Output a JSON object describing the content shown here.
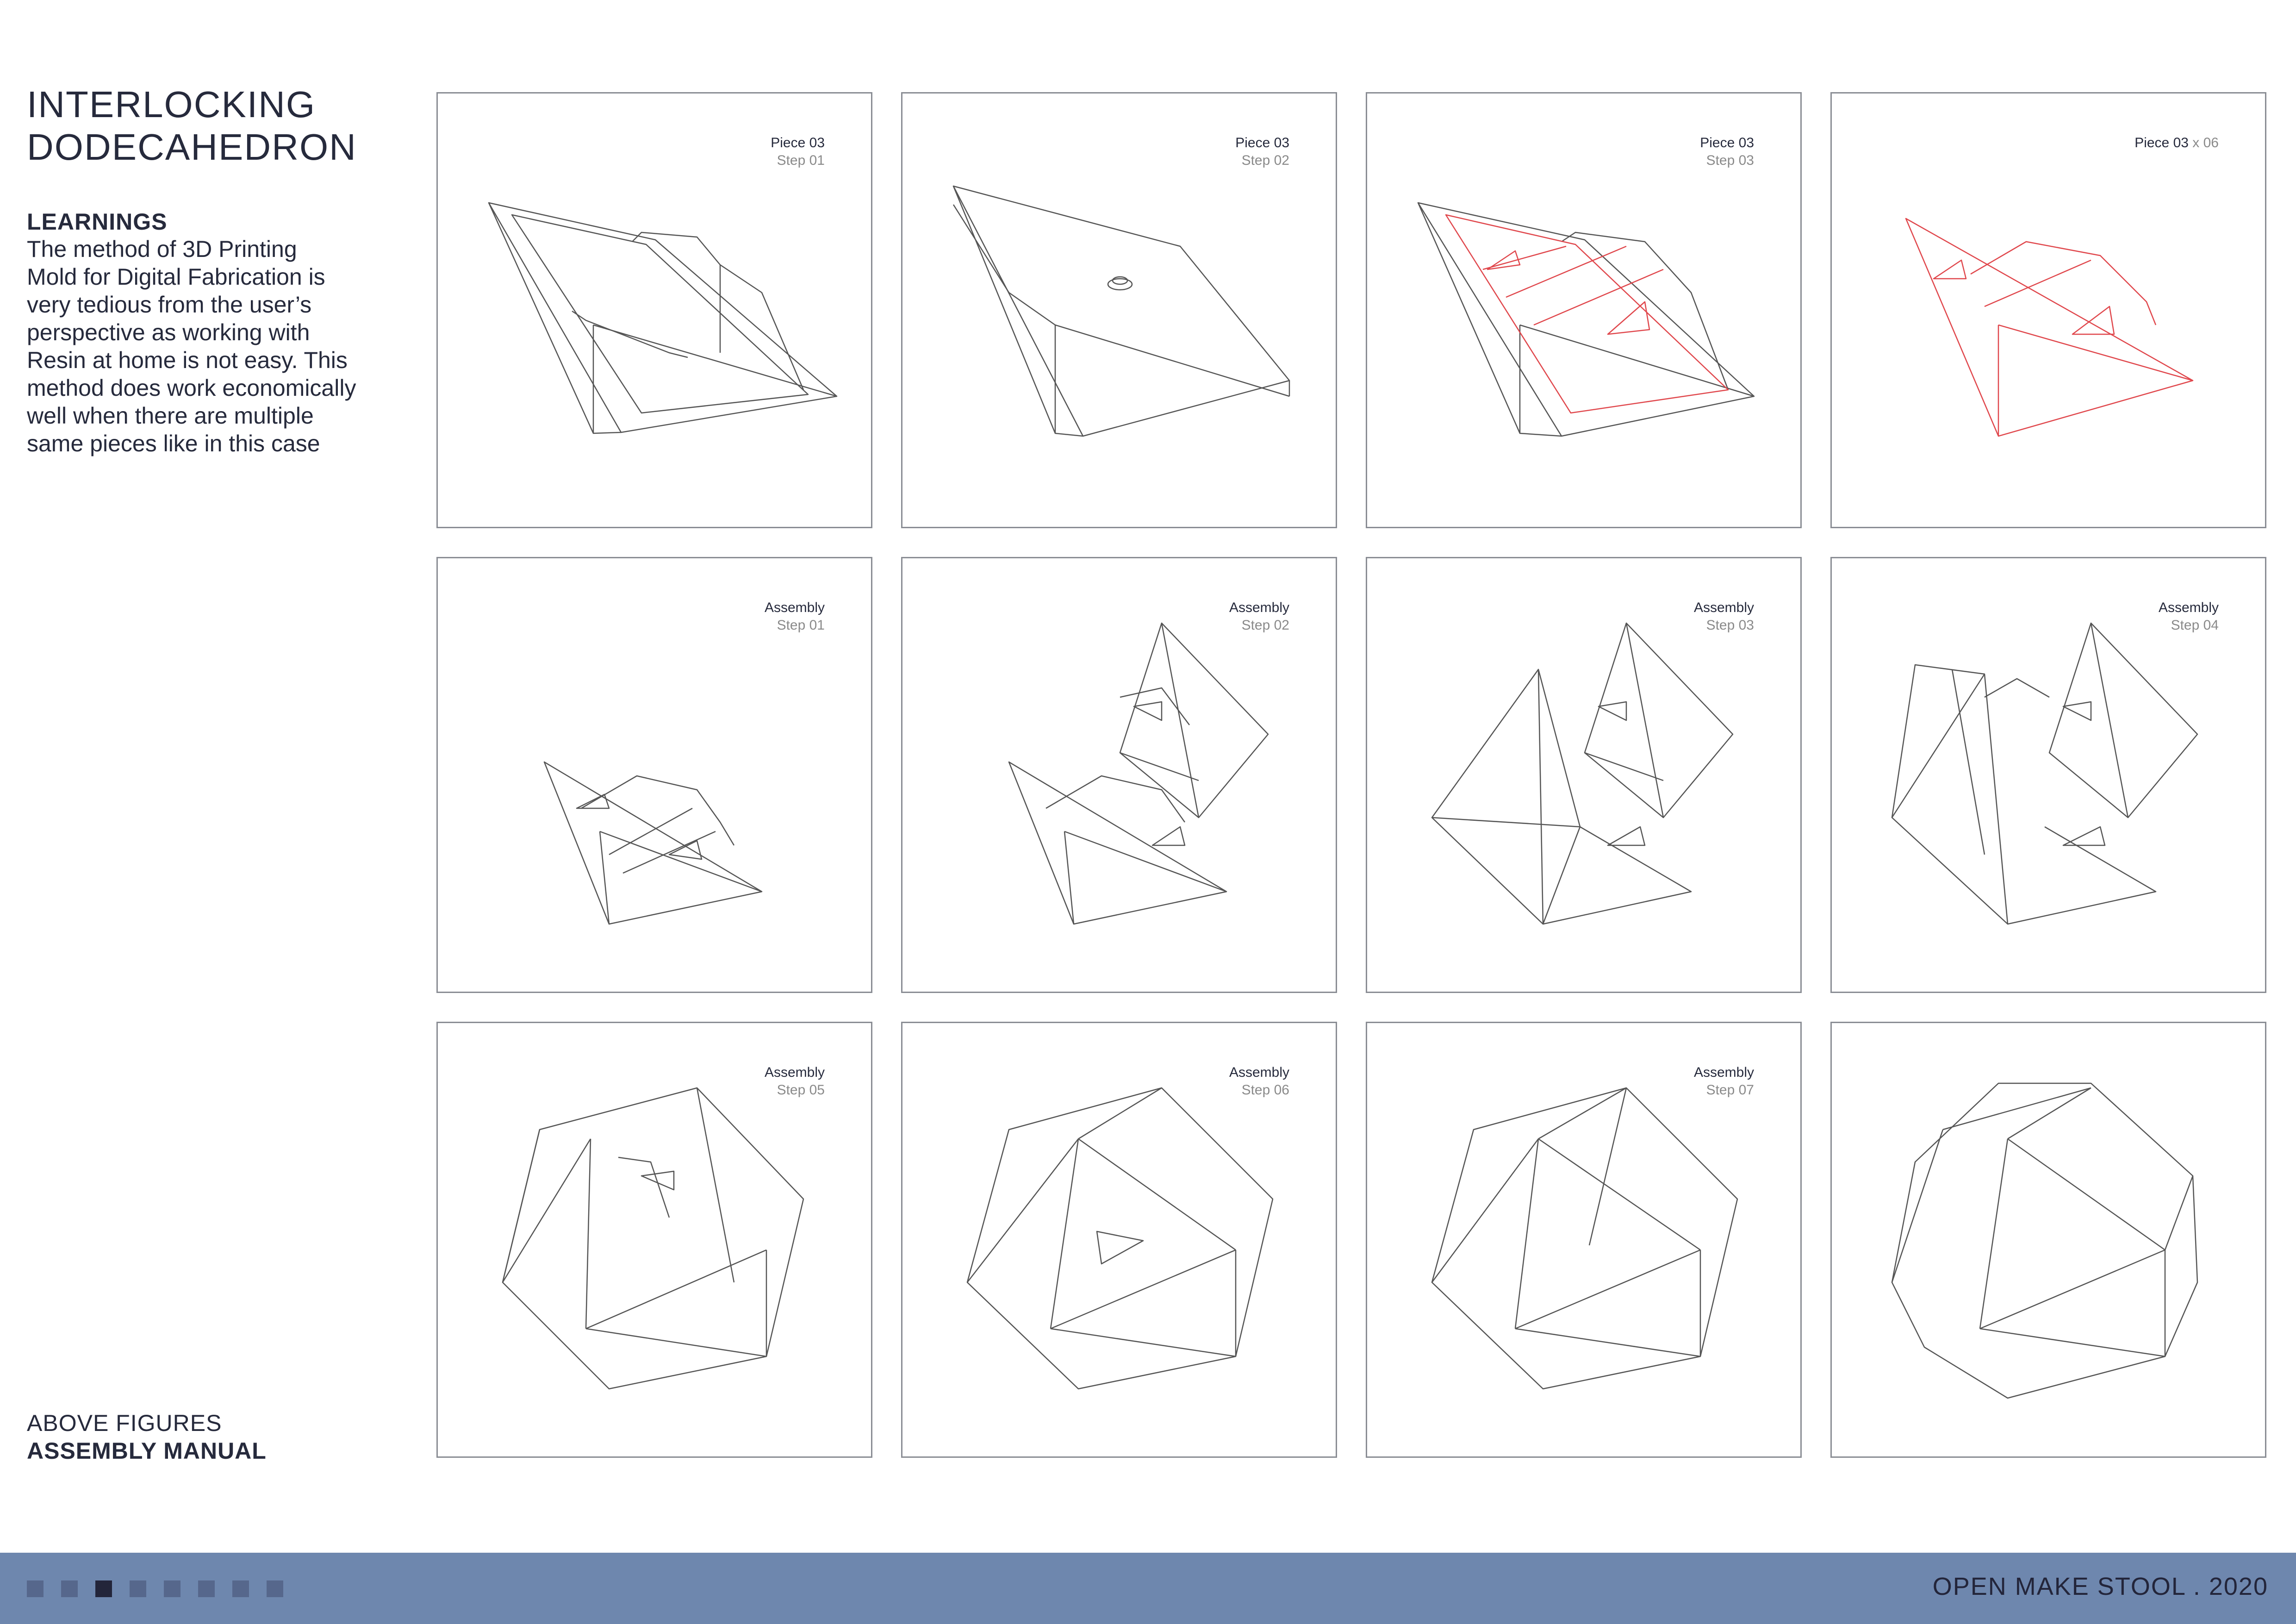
{
  "title": {
    "line1": "INTERLOCKING",
    "line2": "DODECAHEDRON"
  },
  "learnings": {
    "heading": "LEARNINGS",
    "lines": [
      "The method of 3D Printing",
      "Mold for Digital Fabrication is",
      "very tedious from the user’s",
      "perspective as working with",
      "Resin at home is not easy. This",
      "method does work economically",
      "well when there are multiple",
      "same pieces like in this case"
    ]
  },
  "caption": {
    "line1": "ABOVE FIGURES",
    "line2": "ASSEMBLY MANUAL"
  },
  "panels": [
    {
      "line1": "Piece 03",
      "line2": "Step 01"
    },
    {
      "line1": "Piece 03",
      "line2": "Step 02"
    },
    {
      "line1": "Piece 03",
      "line2": "Step 03"
    },
    {
      "line1": "Piece 03",
      "multiplier": "x 06"
    },
    {
      "line1": "Assembly",
      "line2": "Step 01"
    },
    {
      "line1": "Assembly",
      "line2": "Step 02"
    },
    {
      "line1": "Assembly",
      "line2": "Step 03"
    },
    {
      "line1": "Assembly",
      "line2": "Step 04"
    },
    {
      "line1": "Assembly",
      "line2": "Step 05"
    },
    {
      "line1": "Assembly",
      "line2": "Step 06"
    },
    {
      "line1": "Assembly",
      "line2": "Step 07"
    },
    {}
  ],
  "footer": {
    "text": "OPEN MAKE STOOL  .  2020",
    "page_count": 8,
    "active_page": 3,
    "colors": {
      "bar": "#6e87ae",
      "indicator": "#56678c",
      "indicator_active": "#23253a",
      "highlight": "#e0474c"
    }
  }
}
